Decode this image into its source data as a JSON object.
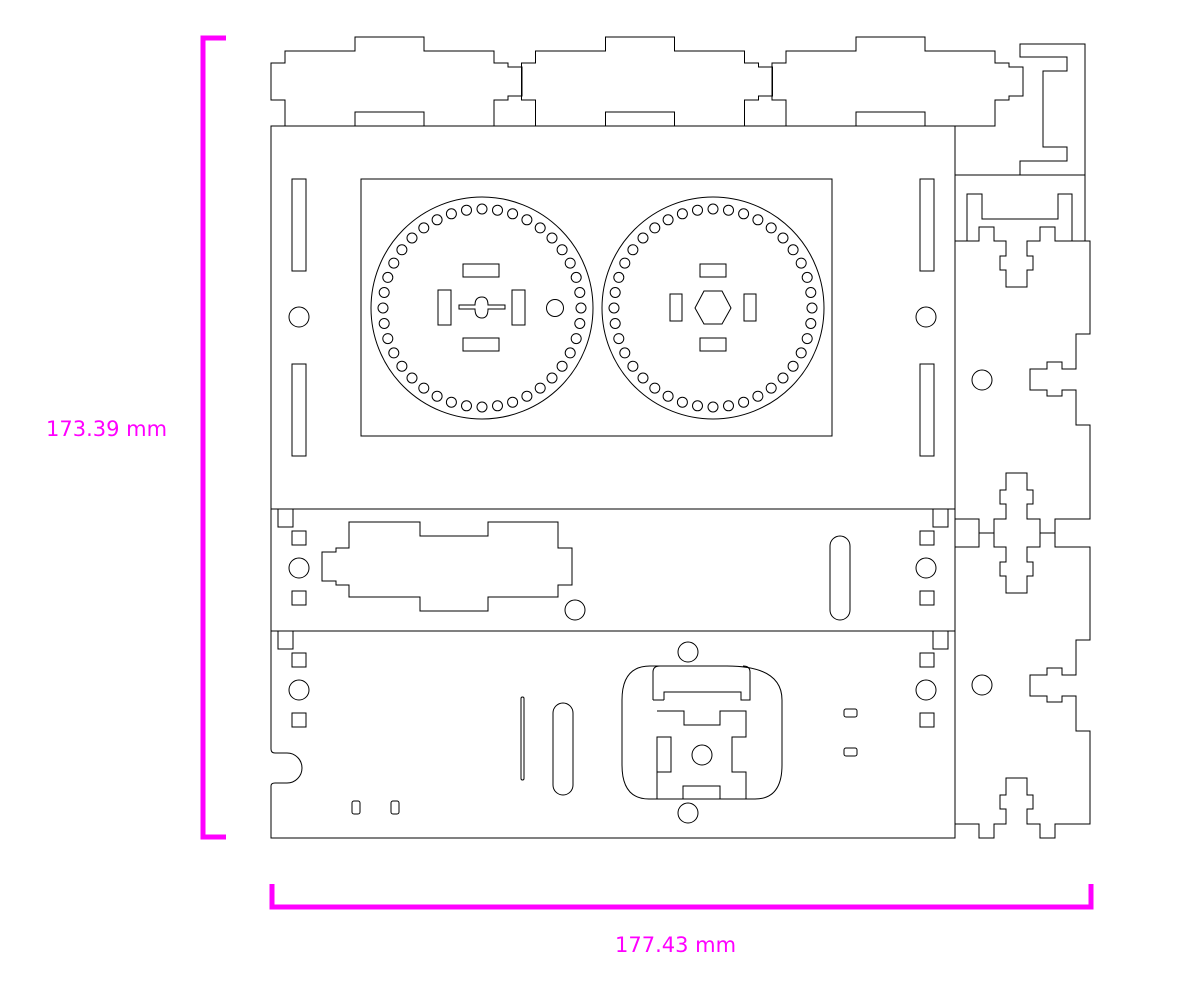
{
  "dimensions": {
    "height_label": "173.39 mm",
    "width_label": "177.43 mm",
    "color": "#ff00ff"
  },
  "gear_disc": {
    "hole_count": 40
  }
}
